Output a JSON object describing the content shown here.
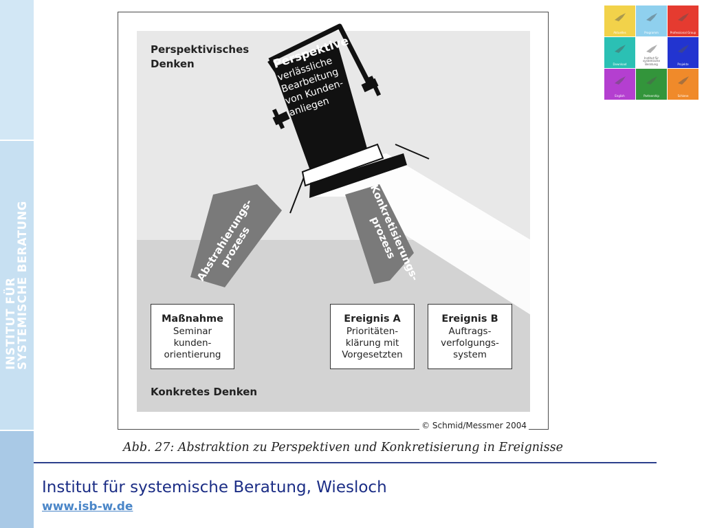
{
  "sidebar": {
    "line1": "INSTITUT FÜR",
    "line2": "SYSTEMISCHE BERATUNG"
  },
  "diagram": {
    "perspective_heading": [
      "Perspektivisches",
      "Denken"
    ],
    "lamp": {
      "title": "Perspektive",
      "lines": [
        "verlässliche",
        "Bearbeitung",
        "von Kunden-",
        "anliegen"
      ]
    },
    "arrow_up": [
      "Abstrahierungs-",
      "prozess"
    ],
    "arrow_down": [
      "Konkretisierungs-",
      "prozess"
    ],
    "boxes": [
      {
        "title": "Maßnahme",
        "lines": [
          "Seminar",
          "kunden-",
          "orientierung"
        ]
      },
      {
        "title": "Ereignis A",
        "lines": [
          "Prioritäten-",
          "klärung mit",
          "Vorgesetzten"
        ]
      },
      {
        "title": "Ereignis B",
        "lines": [
          "Auftrags-",
          "verfolgungs-",
          "system"
        ]
      }
    ],
    "concrete_label": "Konkretes Denken",
    "copyright": "© Schmid/Messmer 2004"
  },
  "caption": "Abb. 27: Abstraktion zu Perspektiven und Konkretisierung in Ereignisse",
  "footer": {
    "institute": "Institut für systemische Beratung, Wiesloch",
    "url": "www.isb-w.de"
  },
  "tiles": [
    {
      "label": "Aktuelles",
      "color": "#f2d24a"
    },
    {
      "label": "Programm",
      "color": "#8fd0ee"
    },
    {
      "label": "Professional Group",
      "color": "#e53b30"
    },
    {
      "label": "Download",
      "color": "#2bc0b4"
    },
    {
      "label": "Institut für systemische Beratung",
      "color": "#ffffff"
    },
    {
      "label": "Projekte",
      "color": "#2234d0"
    },
    {
      "label": "English",
      "color": "#b43fd0"
    },
    {
      "label": "Partnership",
      "color": "#33953b"
    },
    {
      "label": "Schiene",
      "color": "#f08a2a"
    }
  ]
}
